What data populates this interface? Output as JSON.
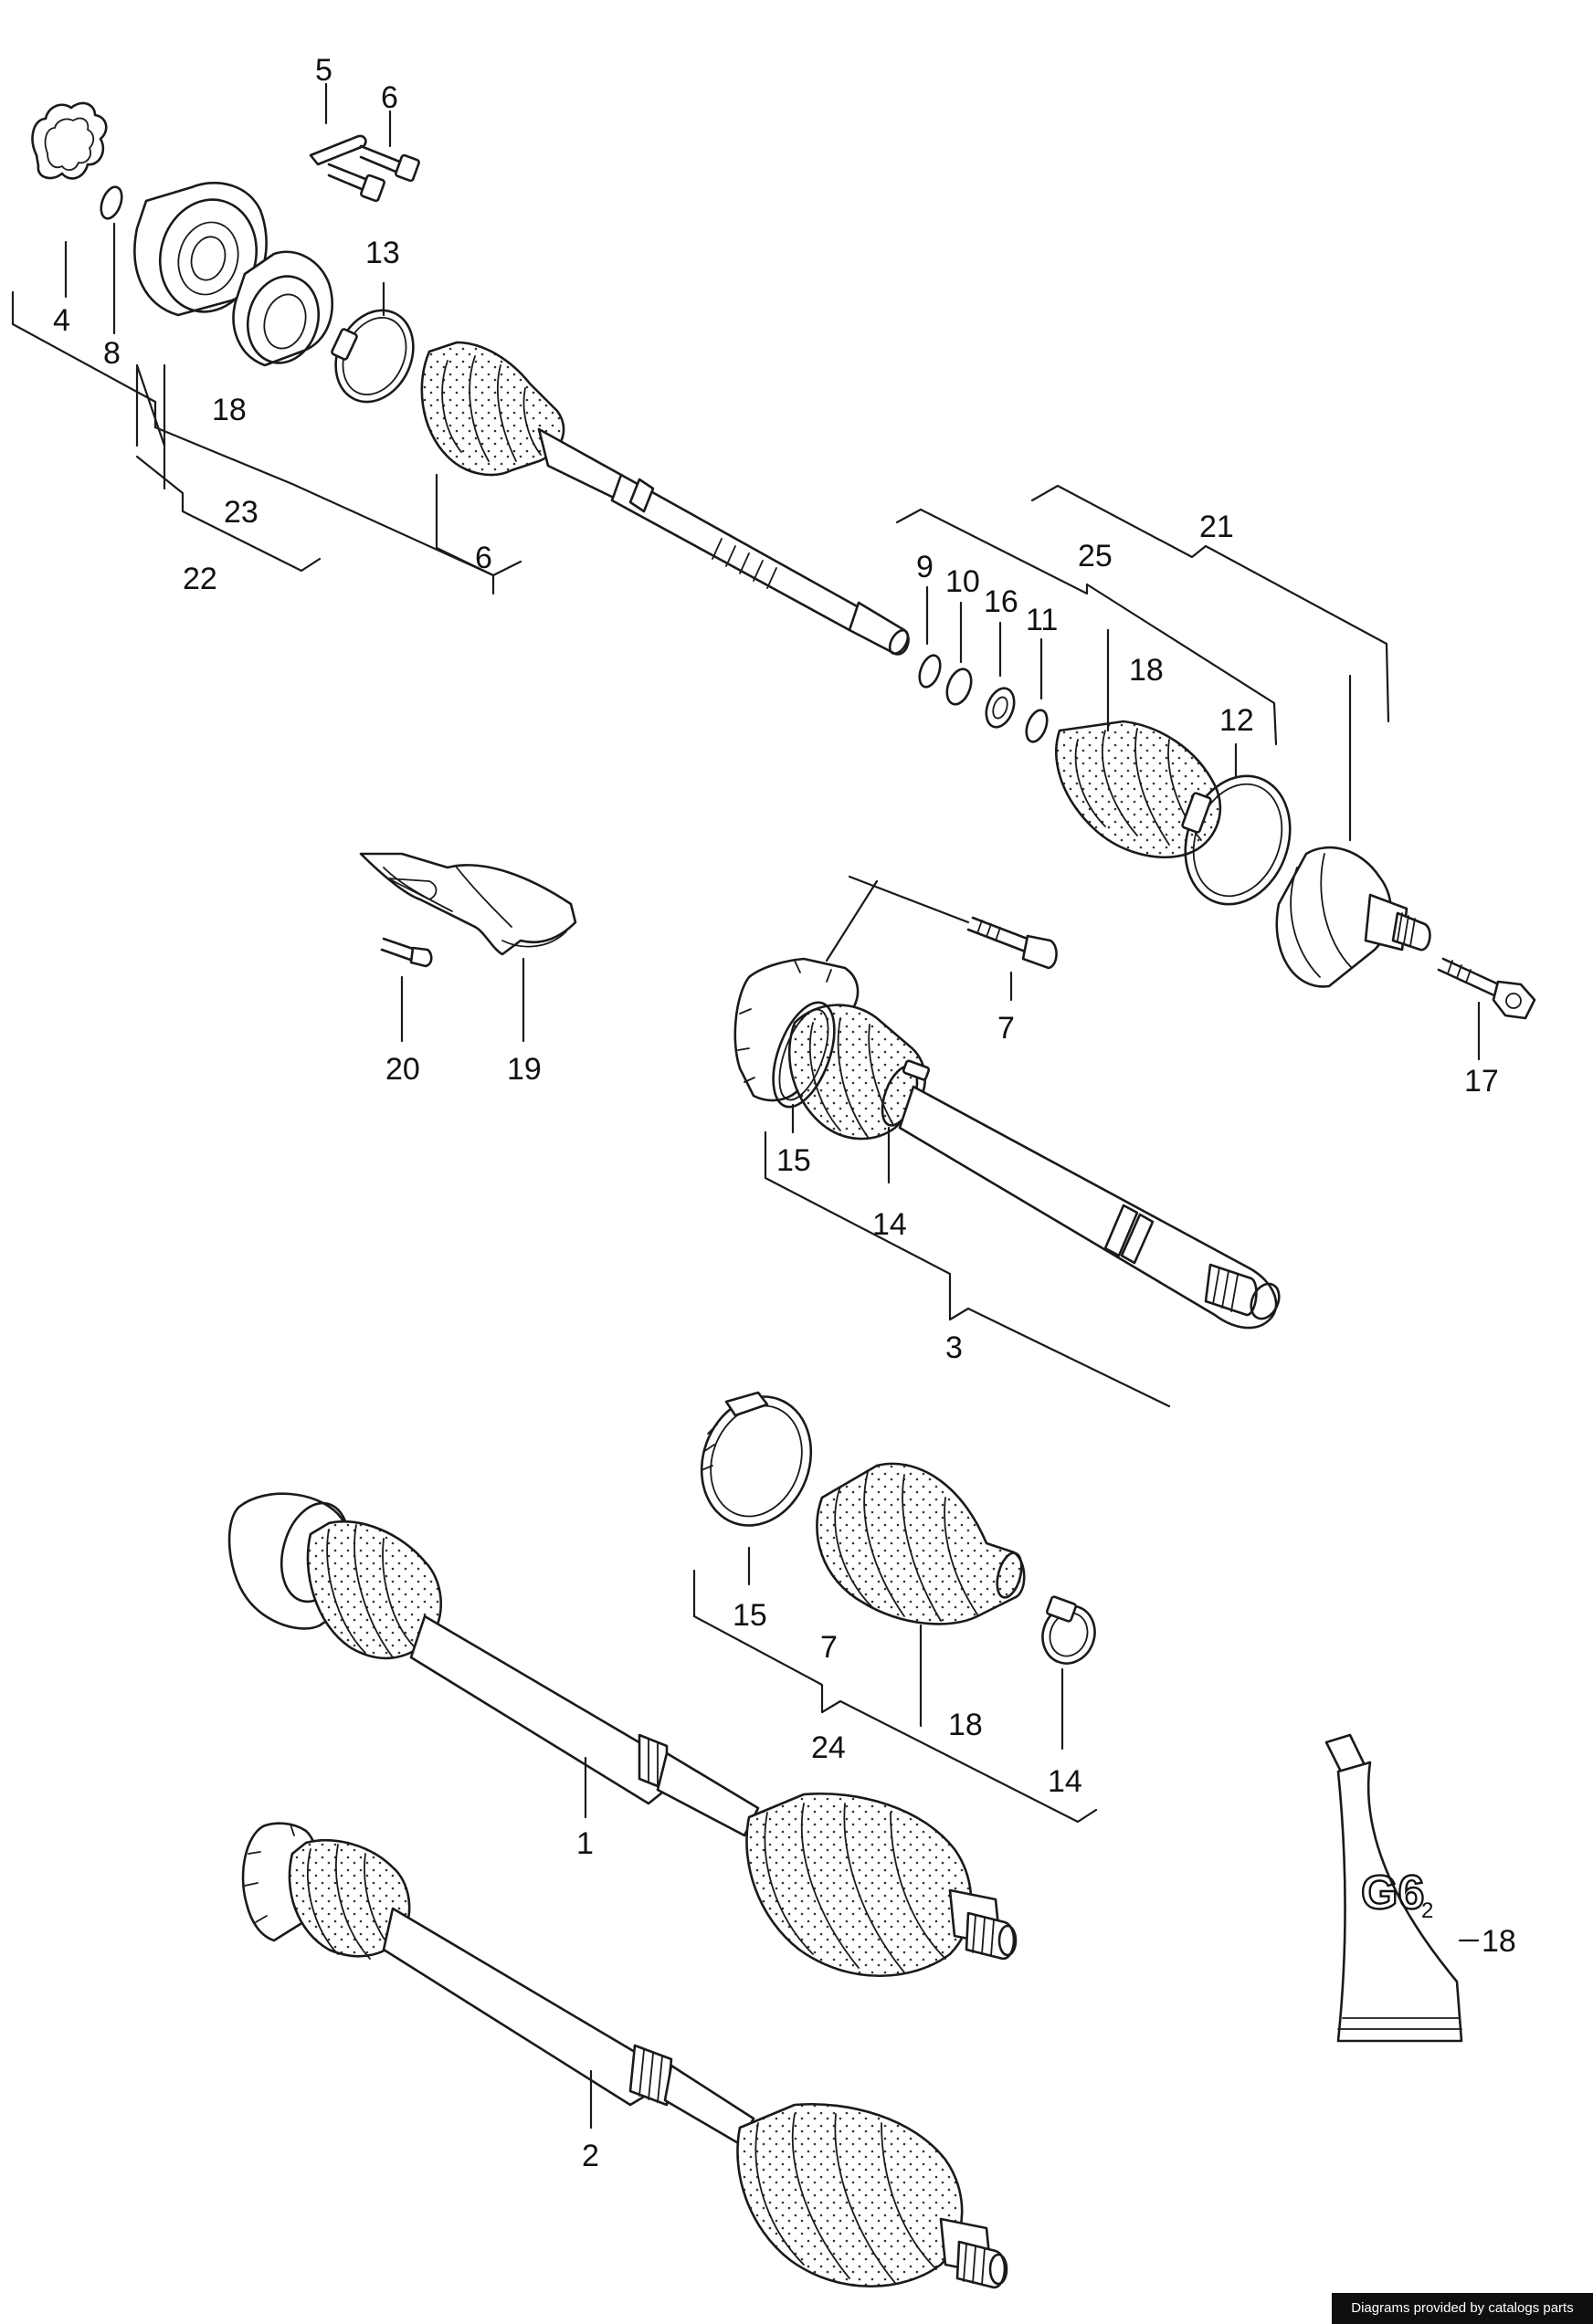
{
  "callouts": {
    "c5": "5",
    "c6a": "6",
    "c4": "4",
    "c8": "8",
    "c13": "13",
    "c18a": "18",
    "c23": "23",
    "c22": "22",
    "c6b": "6",
    "c9": "9",
    "c10": "10",
    "c16": "16",
    "c11": "11",
    "c25": "25",
    "c18b": "18",
    "c21": "21",
    "c12": "12",
    "c17": "17",
    "c20": "20",
    "c19": "19",
    "c7a": "7",
    "c15a": "15",
    "c14a": "14",
    "c3": "3",
    "c15b": "15",
    "c7b": "7",
    "c18c": "18",
    "c24": "24",
    "c14b": "14",
    "c1": "1",
    "c2": "2",
    "c18d": "18"
  },
  "tube": {
    "main": "G6",
    "sub": "2"
  },
  "credit": "Diagrams provided by catalogs parts"
}
